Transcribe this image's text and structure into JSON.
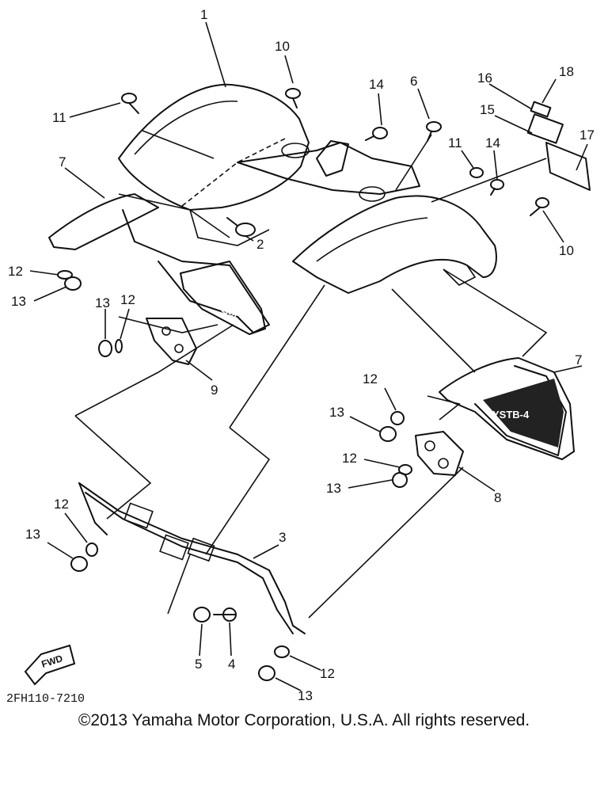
{
  "diagram": {
    "part_numbers": {
      "p1": "1",
      "p2": "2",
      "p3": "3",
      "p4": "4",
      "p5": "5",
      "p6": "6",
      "p7a": "7",
      "p7b": "7",
      "p8": "8",
      "p9": "9",
      "p10a": "10",
      "p10b": "10",
      "p11a": "11",
      "p11b": "11",
      "p12a": "12",
      "p12b": "12",
      "p12c": "12",
      "p12d": "12",
      "p12e": "12",
      "p12f": "12",
      "p13a": "13",
      "p13b": "13",
      "p13c": "13",
      "p13d": "13",
      "p13e": "13",
      "p13f": "13",
      "p14a": "14",
      "p14b": "14",
      "p15": "15",
      "p16": "16",
      "p17": "17",
      "p18": "18"
    },
    "plate_text_left": "YSTB-4",
    "plate_text_right": "YSTB-4",
    "fwd_label": "FWD",
    "reference_code": "2FH110-7210"
  },
  "footer": {
    "copyright": "©2013 Yamaha Motor Corporation, U.S.A. All rights reserved."
  },
  "colors": {
    "ink": "#111111",
    "background": "#ffffff"
  }
}
